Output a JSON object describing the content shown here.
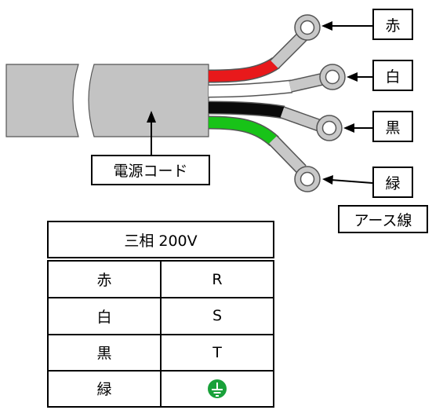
{
  "labels": {
    "red": "赤",
    "white": "白",
    "black": "黒",
    "green": "緑",
    "earth": "アース線",
    "cord": "電源コード"
  },
  "table": {
    "title": "三相 200V",
    "rows": [
      {
        "color": "赤",
        "phase": "R"
      },
      {
        "color": "白",
        "phase": "S"
      },
      {
        "color": "黒",
        "phase": "T"
      },
      {
        "color": "緑",
        "phase": "",
        "icon": "ground-icon"
      }
    ]
  },
  "colors": {
    "red_wire": "#e8191b",
    "white_wire": "#ffffff",
    "black_wire": "#0a0a0a",
    "green_wire": "#18c318",
    "cable": "#c3c3c3",
    "terminal": "#c8c8c8",
    "ground_icon": "#19a13a"
  }
}
